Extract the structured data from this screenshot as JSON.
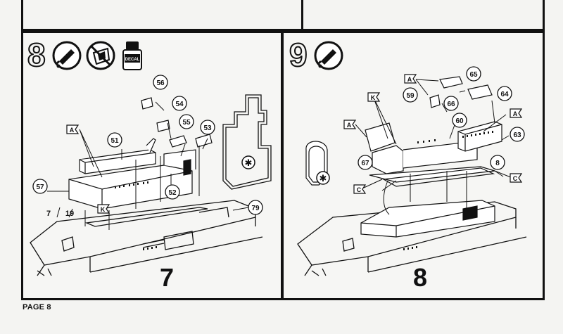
{
  "page": {
    "label": "PAGE 8"
  },
  "step8": {
    "number": "8",
    "icons": [
      "glue-tube-icon",
      "remove-decal-icon",
      "decal-bottle-icon"
    ],
    "decal_bottle_text": "DECAL",
    "part_numbers": [
      "56",
      "54",
      "55",
      "53",
      "51",
      "57",
      "52",
      "79",
      "7",
      "19"
    ],
    "letter_flags": [
      "A",
      "K"
    ],
    "sub_assembly_label": "7",
    "symbol": "✱"
  },
  "step9": {
    "number": "9",
    "icons": [
      "glue-tube-icon"
    ],
    "part_numbers": [
      "65",
      "64",
      "59",
      "66",
      "60",
      "63",
      "67",
      "8"
    ],
    "letter_flags": [
      "A",
      "K",
      "A",
      "A",
      "C",
      "C"
    ],
    "sub_assembly_label": "8",
    "symbol": "✱"
  }
}
